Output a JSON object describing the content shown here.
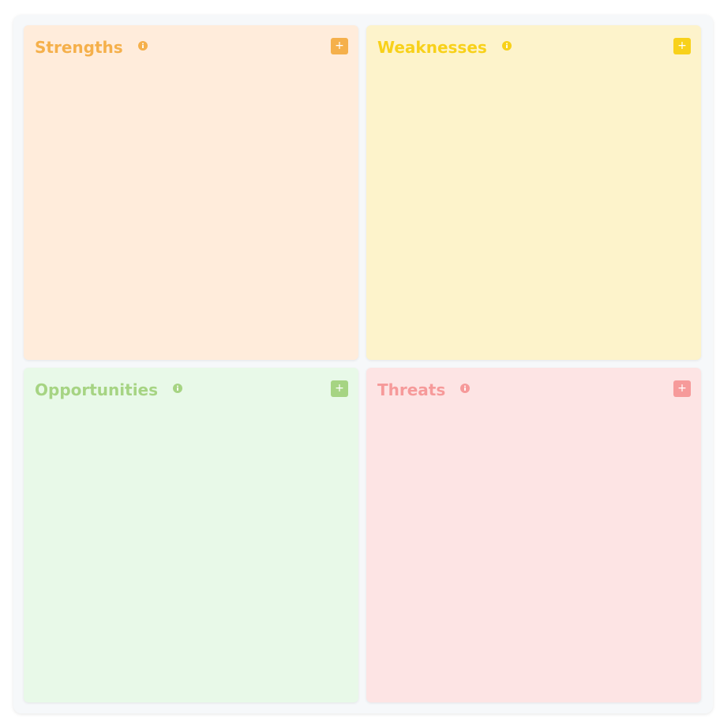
{
  "swot": {
    "quadrants": [
      {
        "key": "strengths",
        "title": "Strengths",
        "add_label": "+",
        "color": "#f5b04b",
        "background": "#ffecdb",
        "info_icon": "info-circle-icon"
      },
      {
        "key": "weaknesses",
        "title": "Weaknesses",
        "add_label": "+",
        "color": "#f8d11a",
        "background": "#fdf3cb",
        "info_icon": "info-circle-icon"
      },
      {
        "key": "opportunities",
        "title": "Opportunities",
        "add_label": "+",
        "color": "#a6d483",
        "background": "#e8f9e8",
        "info_icon": "info-circle-icon"
      },
      {
        "key": "threats",
        "title": "Threats",
        "add_label": "+",
        "color": "#f69a9a",
        "background": "#fde4e4",
        "info_icon": "info-circle-icon"
      }
    ]
  }
}
